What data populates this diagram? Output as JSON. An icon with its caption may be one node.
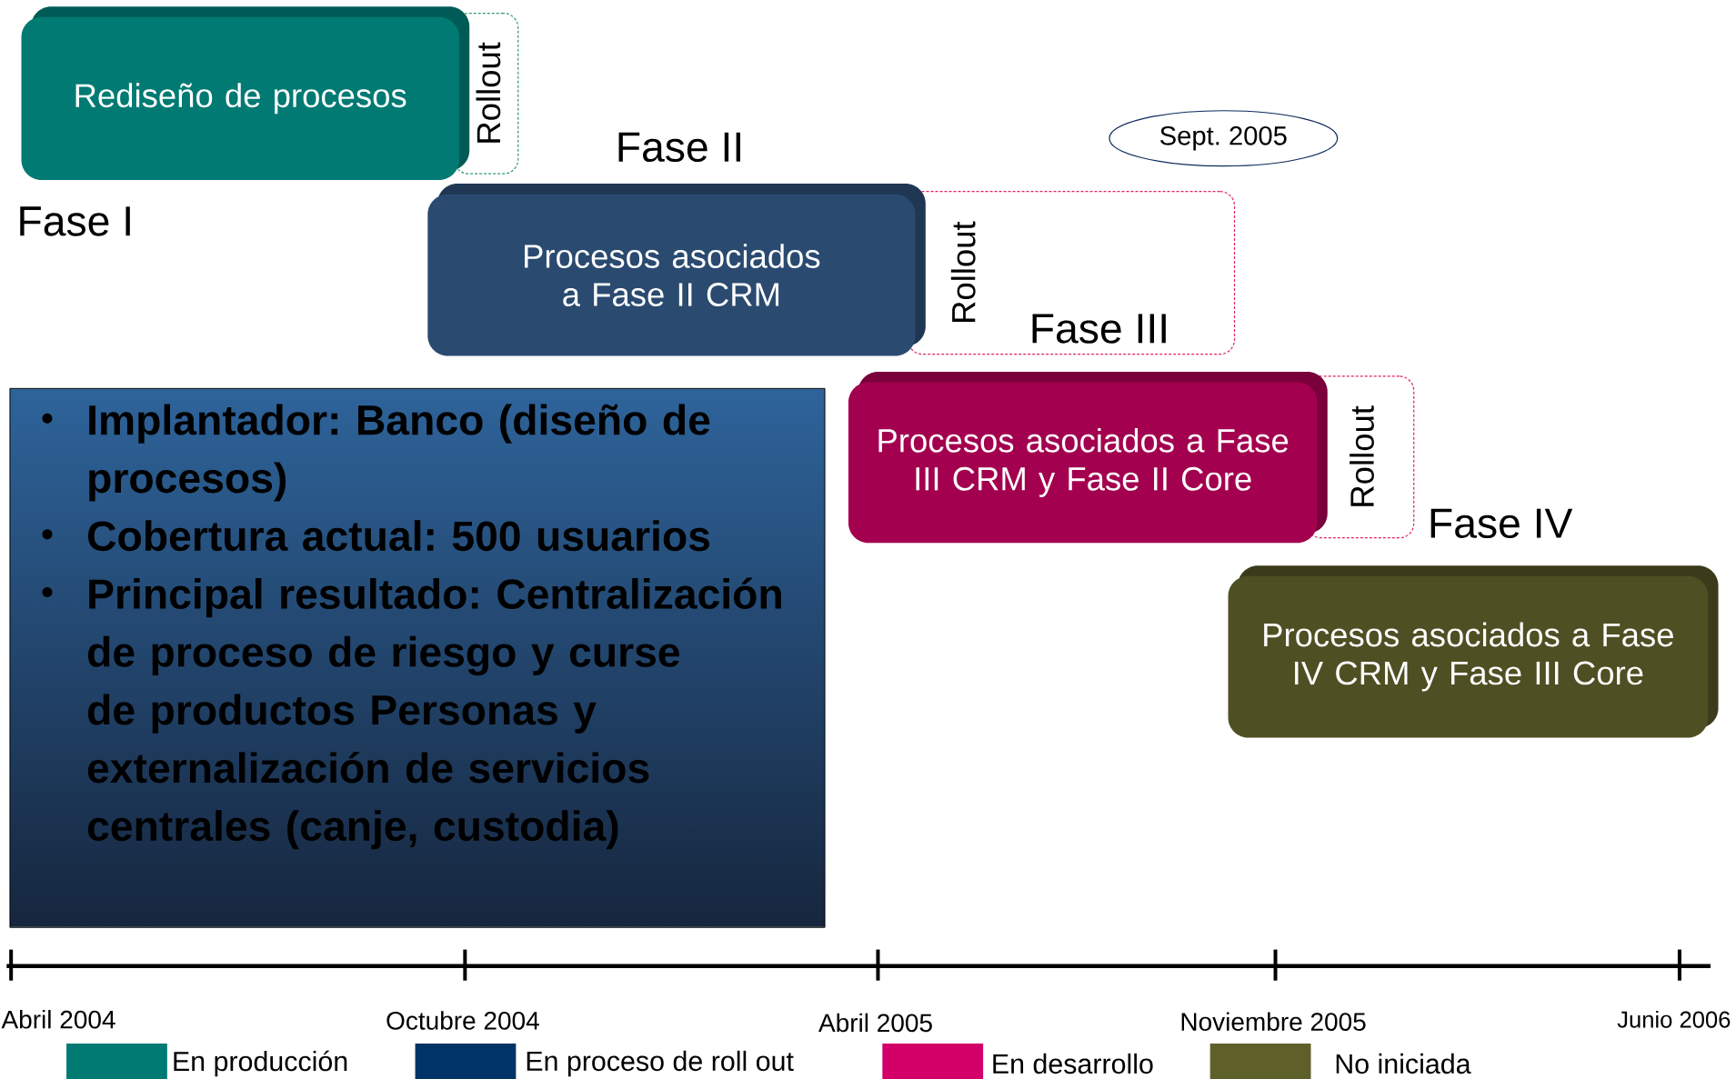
{
  "diagram": {
    "nodes": [
      {
        "text": [
          "Rediseño de procesos"
        ],
        "beside": [
          "Fase I"
        ]
      },
      {
        "text": [
          "Rollout"
        ]
      },
      {
        "text": [
          "Procesos asociados a Fase II CRM"
        ],
        "beside": [
          "Fase II"
        ]
      },
      {
        "text": [
          "Rollout"
        ]
      },
      {
        "text": [
          "Sept. 2005"
        ]
      },
      {
        "text": [
          "Procesos asociados a Fase III CRM y Fase II Core"
        ]
      },
      {
        "text": [
          "Rollout"
        ]
      },
      {
        "text": [
          "Procesos asociados a Fase IV CRM y Fase III Core"
        ],
        "beside": [
          "Fase IV"
        ]
      },
      {
        "text": [
          "Implantador: Banco (diseño de procesos)",
          "Cobertura actual: 500 usuarios",
          "Principal resultado: Centralización de proceso de riesgo y curse de productos Personas y externalización de servicios centrales (canje, custodia)"
        ]
      }
    ],
    "labels": [
      "Fase III",
      "Abril 2004",
      "Octubre 2004",
      "Abril 2005",
      "Noviembre 2005",
      "Junio 2006"
    ],
    "legend": [
      {
        "text": "En producción",
        "color": "#007a73"
      },
      {
        "text": "En proceso de roll out",
        "color": "#003366"
      },
      {
        "text": "En desarrollo",
        "color": "#d4006a"
      },
      {
        "text": "No iniciada",
        "color": "#5f5f2a"
      }
    ]
  }
}
